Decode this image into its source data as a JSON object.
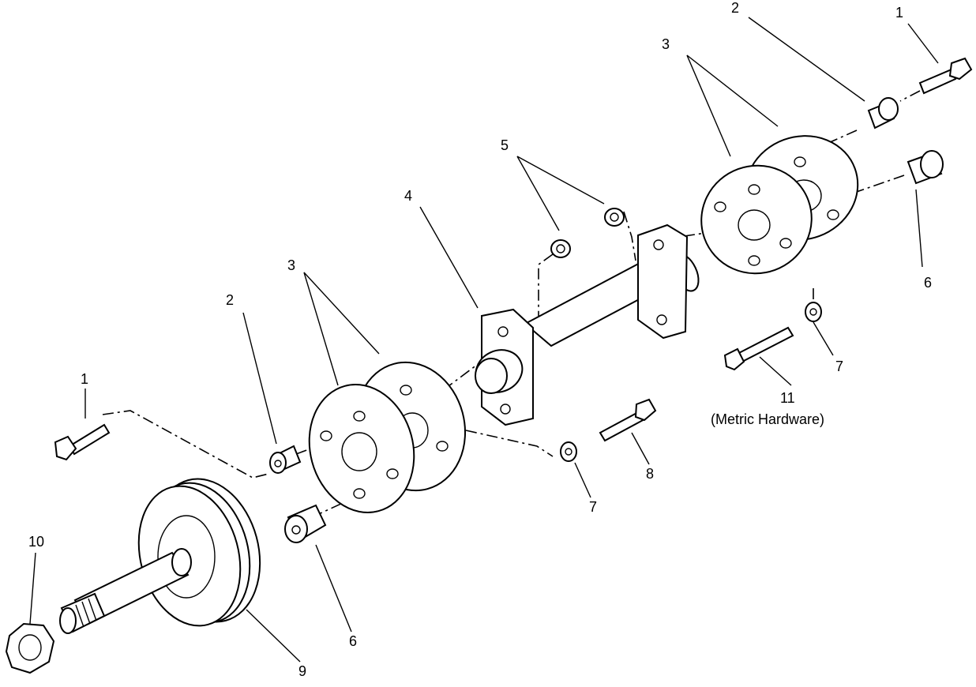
{
  "callouts": {
    "c1_right": "1",
    "c2_right": "2",
    "c3_right": "3",
    "c5": "5",
    "c6_right": "6",
    "c4": "4",
    "c3_left": "3",
    "c2_left": "2",
    "c1_left": "1",
    "c7_right": "7",
    "c11": "11",
    "c11_note": "(Metric Hardware)",
    "c8": "8",
    "c7_left": "7",
    "c10": "10",
    "c6_left": "6",
    "c9": "9"
  },
  "colors": {
    "line": "#000000",
    "background": "#ffffff"
  }
}
